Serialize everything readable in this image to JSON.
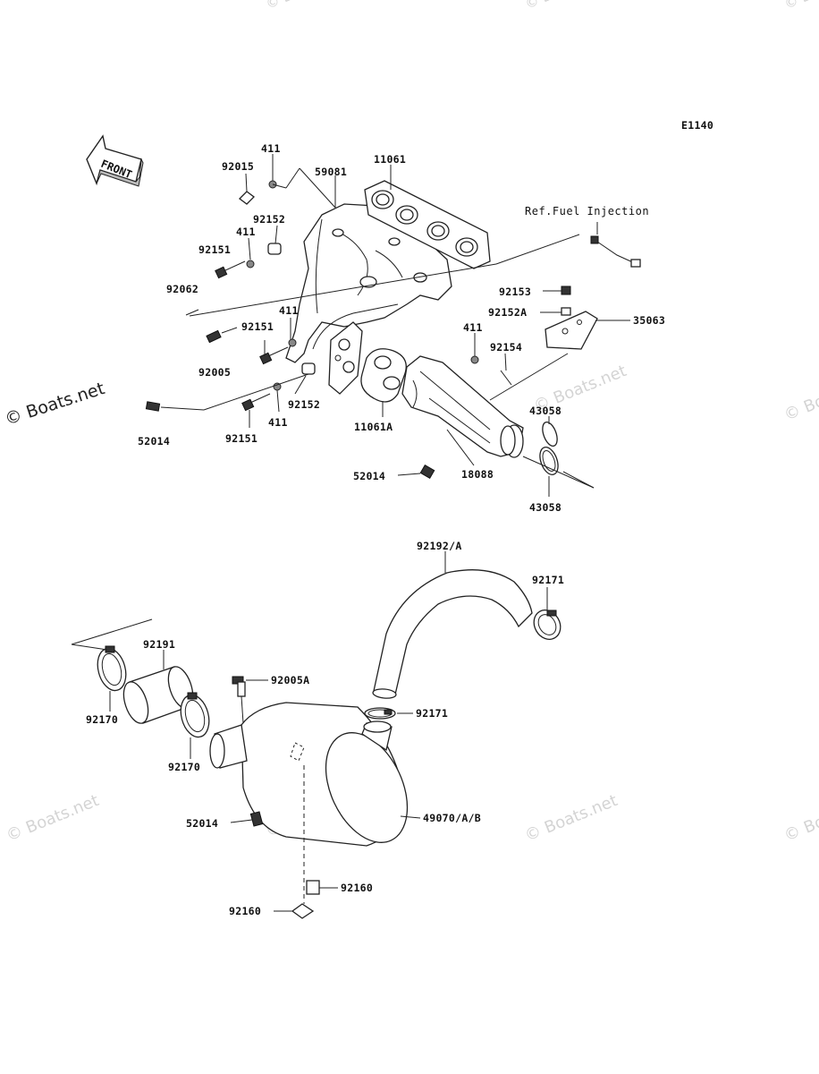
{
  "diagram_code": "E1140",
  "front_label": "FRONT",
  "reference_note": "Ref.Fuel Injection",
  "watermark_main": "© Boats.net",
  "watermark_faint": "© Boats.net",
  "part_labels": {
    "p411a": "411",
    "p92015": "92015",
    "p59081": "59081",
    "p11061": "11061",
    "p92152a_top": "92152",
    "p411b": "411",
    "p92151a": "92151",
    "p92062": "92062",
    "p411c": "411",
    "p92151b": "92151",
    "p92005": "92005",
    "p92152b": "92152",
    "p411d": "411",
    "p92151c": "92151",
    "p52014a": "52014",
    "p11061A": "11061A",
    "p411e": "411",
    "p92153": "92153",
    "p92152A": "92152A",
    "p35063": "35063",
    "p92154": "92154",
    "p43058a": "43058",
    "p43058b": "43058",
    "p18088": "18088",
    "p52014b": "52014",
    "p92192A": "92192/A",
    "p92171a": "92171",
    "p92191": "92191",
    "p92005A": "92005A",
    "p92170a": "92170",
    "p92171b": "92171",
    "p92170b": "92170",
    "p52014c": "52014",
    "p49070": "49070/A/B",
    "p92160a": "92160",
    "p92160b": "92160"
  }
}
